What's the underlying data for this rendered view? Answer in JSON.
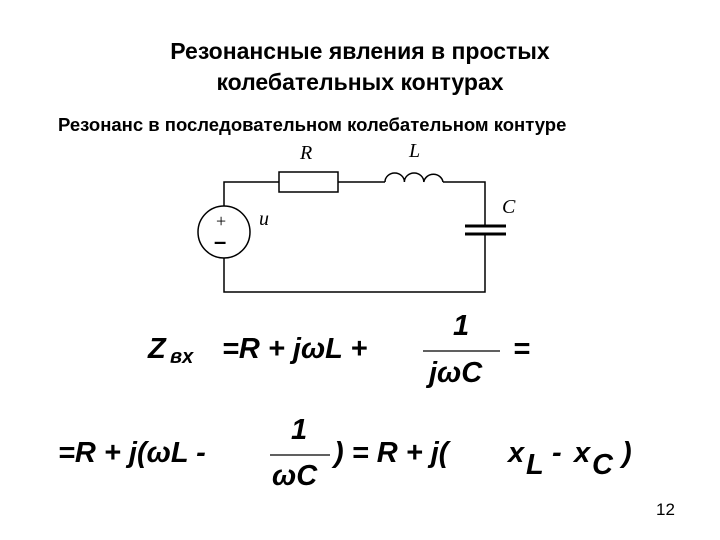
{
  "title_line1": "Резонансные явления в простых",
  "title_line2": "колебательных контурах",
  "subtitle": "Резонанс в последовательном колебательном контуре",
  "circuit": {
    "R": "R",
    "L": "L",
    "C": "C",
    "u": "u",
    "plus": "+",
    "minus": "–"
  },
  "eq1": {
    "Z": "Z",
    "sub": "вх",
    "rhs": "=R + jωL +",
    "num": "1",
    "den": "jωC",
    "eq": "="
  },
  "eq2": {
    "lhs": "=R + j(ωL -",
    "num": "1",
    "den": "ωC",
    "mid": ") = R + j(",
    "xL": "x",
    "L": "L",
    "minus": "-",
    "xC": "x",
    "C": "C",
    "close": ")"
  },
  "page_number": "12"
}
